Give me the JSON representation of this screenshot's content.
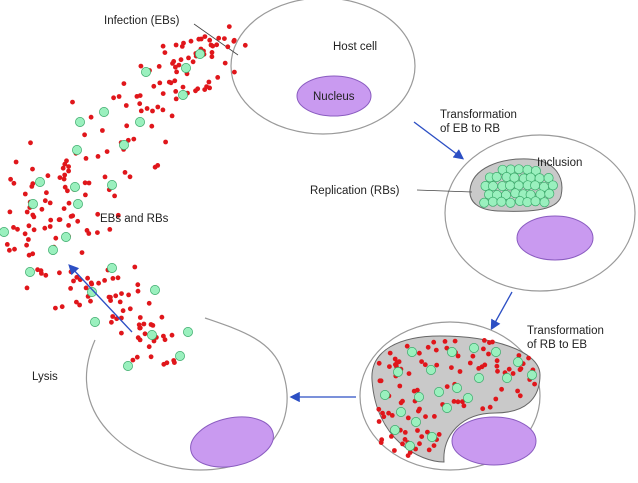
{
  "labels": {
    "infection": "Infection (EBs)",
    "host_cell": "Host cell",
    "nucleus": "Nucleus",
    "transform_eb_rb_line1": "Transformation",
    "transform_eb_rb_line2": "of EB to RB",
    "inclusion": "Inclusion",
    "replication": "Replication (RBs)",
    "ebs_and_rbs": "EBs and RBs",
    "transform_rb_eb_line1": "Transformation",
    "transform_rb_eb_line2": "of RB to EB",
    "lysis": "Lysis"
  },
  "colors": {
    "cell_outline": "#9a9a9a",
    "nucleus_fill": "#c99af0",
    "nucleus_stroke": "#8a5cc0",
    "inclusion_fill": "#c9c9c9",
    "eb_red": "#e0161b",
    "rb_green": "#9af0be",
    "rb_stroke": "#3aaa6a",
    "arrow_blue": "#2c4fc4"
  }
}
